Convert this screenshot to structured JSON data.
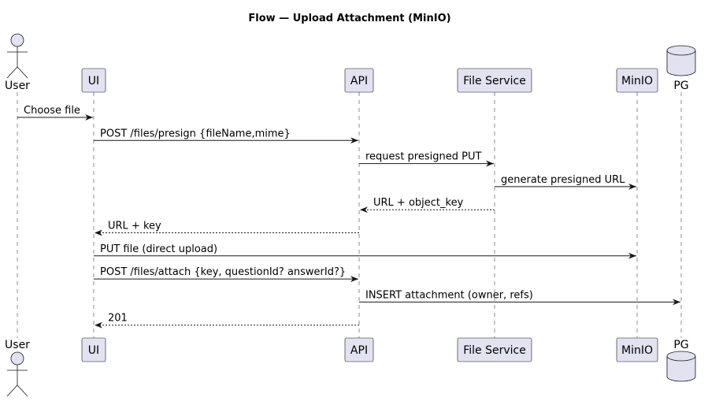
{
  "title": "Flow — Upload Attachment (MinIO)",
  "participants": [
    {
      "id": "user",
      "label": "User",
      "kind": "actor"
    },
    {
      "id": "ui",
      "label": "UI",
      "kind": "participant"
    },
    {
      "id": "api",
      "label": "API",
      "kind": "participant"
    },
    {
      "id": "files",
      "label": "File Service",
      "kind": "participant"
    },
    {
      "id": "minio",
      "label": "MinIO",
      "kind": "participant"
    },
    {
      "id": "pg",
      "label": "PG",
      "kind": "database"
    }
  ],
  "messages": [
    {
      "from": "user",
      "to": "ui",
      "label": "Choose file",
      "style": "solid"
    },
    {
      "from": "ui",
      "to": "api",
      "label": "POST /files/presign {fileName,mime}",
      "style": "solid"
    },
    {
      "from": "api",
      "to": "files",
      "label": "request presigned PUT",
      "style": "solid"
    },
    {
      "from": "files",
      "to": "minio",
      "label": "generate presigned URL",
      "style": "solid"
    },
    {
      "from": "files",
      "to": "api",
      "label": "URL + object_key",
      "style": "dashed"
    },
    {
      "from": "api",
      "to": "ui",
      "label": "URL + key",
      "style": "dashed"
    },
    {
      "from": "ui",
      "to": "minio",
      "label": "PUT file (direct upload)",
      "style": "solid"
    },
    {
      "from": "ui",
      "to": "api",
      "label": "POST /files/attach {key, questionId? answerId?}",
      "style": "solid"
    },
    {
      "from": "api",
      "to": "pg",
      "label": "INSERT attachment (owner, refs)",
      "style": "solid"
    },
    {
      "from": "api",
      "to": "ui",
      "label": "201",
      "style": "dashed"
    }
  ],
  "colors": {
    "participant_fill": "#e2e2f0",
    "stroke": "#181818",
    "background": "#ffffff"
  }
}
